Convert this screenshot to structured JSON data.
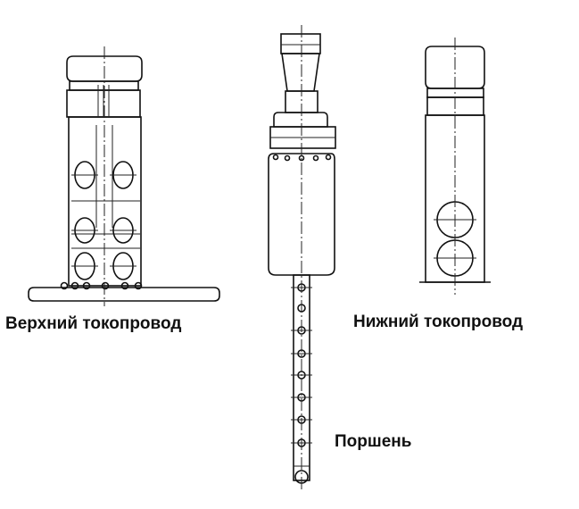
{
  "labels": {
    "upper_conductor": "Верхний токопровод",
    "lower_conductor": "Нижний токопровод",
    "piston": "Поршень"
  },
  "colors": {
    "background": "#ffffff",
    "line": "#111111"
  }
}
